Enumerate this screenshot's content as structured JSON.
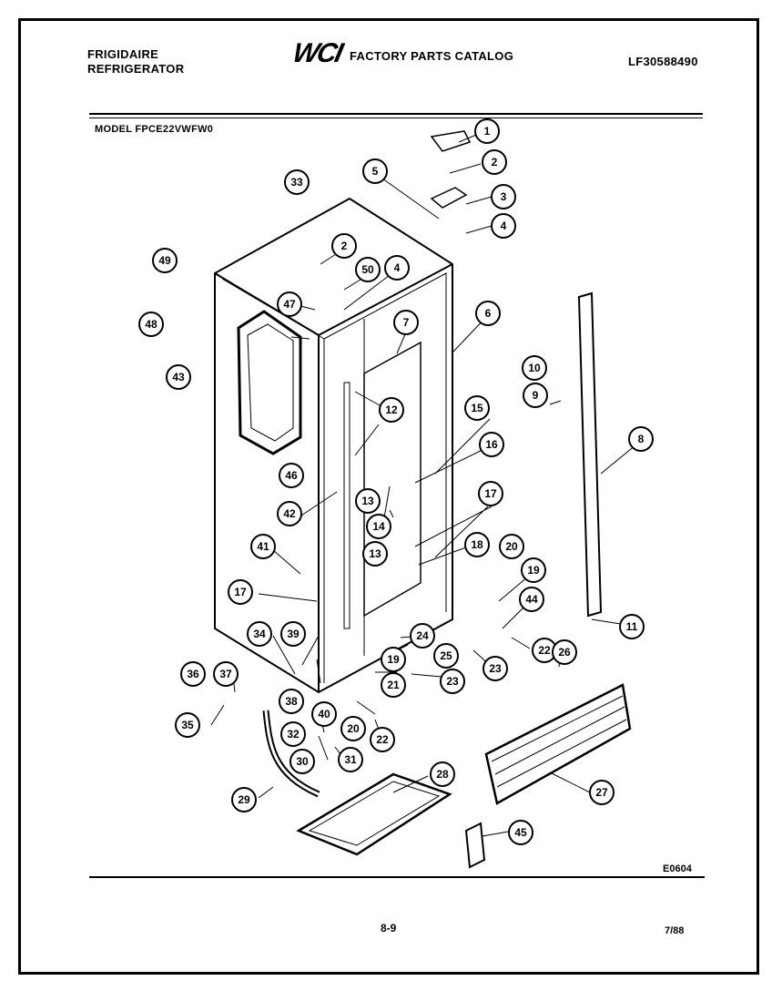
{
  "header": {
    "brand_line1": "FRIGIDAIRE",
    "brand_line2": "REFRIGERATOR",
    "logo": "WCI",
    "catalog_title": "FACTORY PARTS CATALOG",
    "catalog_number": "LF30588490",
    "model": "MODEL FPCE22VWFW0"
  },
  "diagram": {
    "callouts": [
      "1",
      "2",
      "3",
      "4",
      "5",
      "2",
      "50",
      "4",
      "33",
      "49",
      "48",
      "47",
      "7",
      "6",
      "43",
      "12",
      "10",
      "9",
      "15",
      "8",
      "16",
      "46",
      "13",
      "14",
      "42",
      "17",
      "13",
      "41",
      "18",
      "20",
      "17",
      "19",
      "44",
      "11",
      "34",
      "39",
      "24",
      "22",
      "25",
      "26",
      "19",
      "23",
      "23",
      "36",
      "37",
      "21",
      "38",
      "40",
      "20",
      "22",
      "35",
      "32",
      "31",
      "30",
      "28",
      "27",
      "29",
      "45"
    ]
  },
  "footer": {
    "figure_code": "E0604",
    "page_number": "8-9",
    "date": "7/88"
  }
}
